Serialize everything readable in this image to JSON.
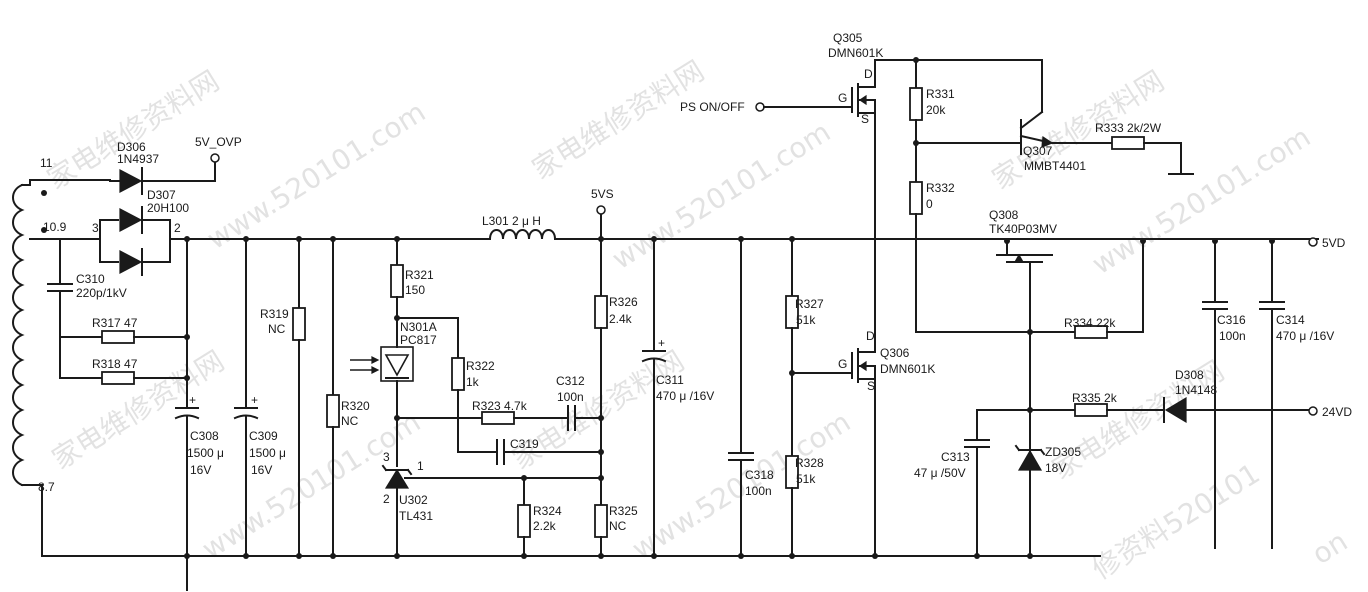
{
  "watermarks": [
    "家电维修资料网",
    "www.520101.com",
    "家电维修资料网",
    "www.520101.com",
    "家电维修资料网",
    "www.520101.com",
    "家电维修资料网",
    "www.520101.com",
    "修资料520101",
    "on"
  ],
  "transformer": {
    "tap_top": "11",
    "tap_mid": "10.9",
    "tap_bottom": "8.7"
  },
  "nodes": {
    "ovp": "5V_OVP",
    "n3": "3",
    "n2": "2",
    "v5s": "5VS",
    "ps_on": "PS ON/OFF",
    "out5vd": "5VD",
    "out24vd": "24VD"
  },
  "components": {
    "d306": {
      "ref": "D306",
      "value": "1N4937"
    },
    "d307": {
      "ref": "D307",
      "value": "20H100"
    },
    "c310": {
      "ref": "C310",
      "value": "220p/1kV"
    },
    "r317": {
      "ref": "R317 47"
    },
    "r318": {
      "ref": "R318 47"
    },
    "c308": {
      "ref": "C308",
      "value": "1500 μ",
      "volt": "16V"
    },
    "c309": {
      "ref": "C309",
      "value": "1500 μ",
      "volt": "16V"
    },
    "r319": {
      "ref": "R319",
      "value": "NC"
    },
    "r320": {
      "ref": "R320",
      "value": "NC"
    },
    "r321": {
      "ref": "R321",
      "value": "150"
    },
    "n301": {
      "ref": "N301A",
      "value": "PC817"
    },
    "r322": {
      "ref": "R322",
      "value": "1k"
    },
    "r323": {
      "ref": "R323 4.7k"
    },
    "c312": {
      "ref": "C312",
      "value": "100n"
    },
    "c319": {
      "ref": "C319"
    },
    "u302": {
      "ref": "U302",
      "value": "TL431",
      "pin1": "1",
      "pin2": "2",
      "pin3": "3"
    },
    "r324": {
      "ref": "R324",
      "value": "2.2k"
    },
    "r325": {
      "ref": "R325",
      "value": "NC"
    },
    "l301": {
      "ref": "L301 2 μ H"
    },
    "r326": {
      "ref": "R326",
      "value": "2.4k"
    },
    "c311": {
      "ref": "C311",
      "value": "470 μ /16V"
    },
    "c318": {
      "ref": "C318",
      "value": "100n"
    },
    "r327": {
      "ref": "R327",
      "value": "51k"
    },
    "r328": {
      "ref": "R328",
      "value": "51k"
    },
    "q305": {
      "ref": "Q305",
      "value": "DMN601K",
      "d": "D",
      "g": "G",
      "s": "S"
    },
    "q306": {
      "ref": "Q306",
      "value": "DMN601K",
      "d": "D",
      "g": "G",
      "s": "S"
    },
    "r331": {
      "ref": "R331",
      "value": "20k"
    },
    "r332": {
      "ref": "R332",
      "value": "0"
    },
    "q307": {
      "ref": "Q307",
      "value": "MMBT4401"
    },
    "r333": {
      "ref": "R333 2k/2W"
    },
    "q308": {
      "ref": "Q308",
      "value": "TK40P03MV"
    },
    "r334": {
      "ref": "R334 22k"
    },
    "r335": {
      "ref": "R335 2k"
    },
    "d308": {
      "ref": "D308",
      "value": "1N4148"
    },
    "c313": {
      "ref": "C313",
      "value": "47 μ /50V"
    },
    "zd305": {
      "ref": "ZD305",
      "value": "18V"
    },
    "c316": {
      "ref": "C316",
      "value": "100n"
    },
    "c314": {
      "ref": "C314",
      "value": "470 μ /16V"
    }
  }
}
